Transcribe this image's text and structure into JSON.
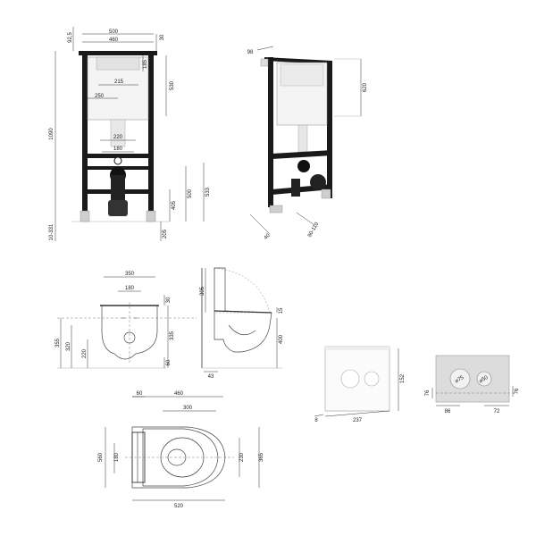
{
  "frame_front": {
    "top_width": "500",
    "inner_width": "460",
    "offset_top": "92,5",
    "top_right": "30",
    "tank_right": "185",
    "tank_width": "215",
    "tank_height": "530",
    "total_height": "1090",
    "pipe_width": "250",
    "inlet_220": "220",
    "inlet_180": "180",
    "bolt_500": "500",
    "bolt_533": "533",
    "bottom_405": "405",
    "foot_range": "10-331",
    "bottom_205": "205"
  },
  "frame_side": {
    "depth_top": "98",
    "tank_height": "620",
    "foot_depth": "40",
    "pipe_dia": "90-110"
  },
  "toilet_front": {
    "width_350": "350",
    "width_180": "180",
    "right_30": "30",
    "right_335": "335",
    "left_355": "355",
    "left_320": "320",
    "left_220": "220",
    "right_60": "60"
  },
  "toilet_side": {
    "height_305": "305",
    "right_15": "15",
    "right_400": "400",
    "bottom_43": "43"
  },
  "toilet_top": {
    "width_460": "460",
    "offset_60": "60",
    "width_300": "300",
    "depth_560": "560",
    "depth_365": "365",
    "inner_180": "180",
    "right_230": "230",
    "length_520": "520"
  },
  "plate_white": {
    "width": "237",
    "height": "152",
    "depth": "8"
  },
  "plate_gray": {
    "dia_75": "⌀75",
    "dia_50": "⌀50",
    "left_86": "86",
    "right_72": "72",
    "left_76": "76",
    "right_76": "76"
  },
  "colors": {
    "frame": "#1a1a1a",
    "tank": "#f4f4f4",
    "plate_gray": "#dcdcdc"
  }
}
